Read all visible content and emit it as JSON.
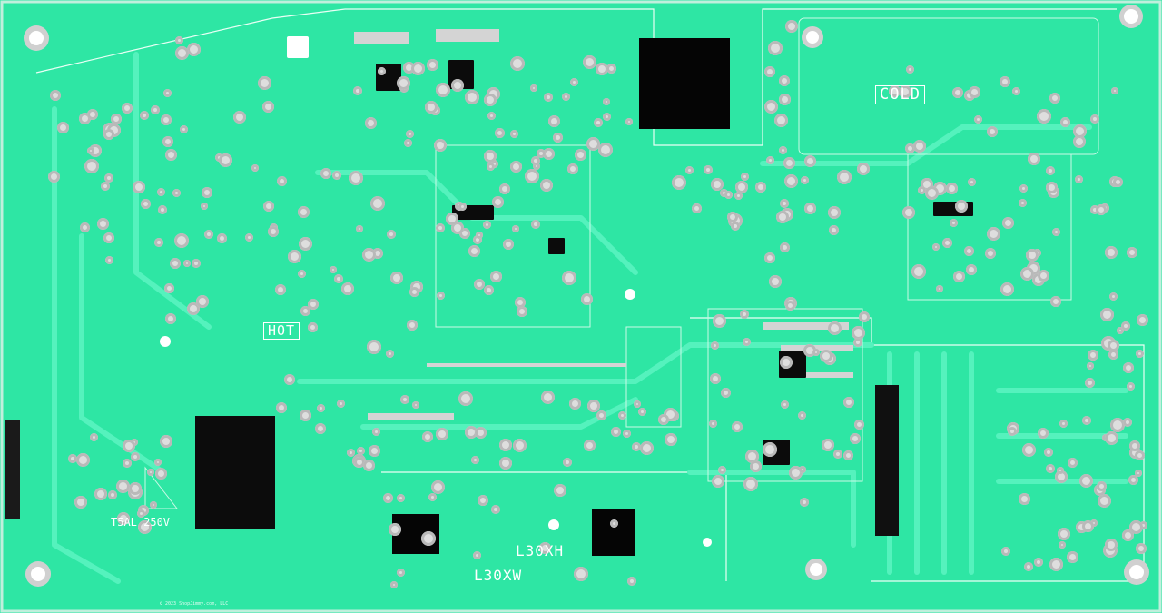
{
  "image": {
    "kind": "photograph of printed circuit board (solder side)"
  },
  "silkscreen": {
    "cold": "COLD",
    "hot": "HOT",
    "fuse": "T5AL 250V",
    "model_top": "L30XH",
    "model_bottom": "L30XW",
    "copyright": "© 2023 ShopJimmy.com, LLC"
  },
  "colors": {
    "board": "#2ee6a4",
    "trace": "#4ff0b5",
    "silk": "#ffffff",
    "solder": "#d9d9d9",
    "component": "#0b0b0b"
  }
}
